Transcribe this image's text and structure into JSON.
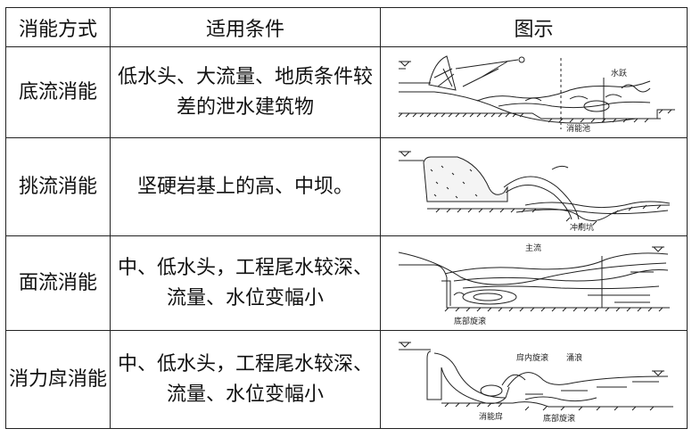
{
  "headers": {
    "method": "消能方式",
    "condition": "适用条件",
    "figure": "图示"
  },
  "rows": [
    {
      "method": "底流消能",
      "condition": "低水头、大流量、地质条件较差的泄水建筑物",
      "figure": {
        "icon": "underflow-diagram",
        "labels": [
          "水跃",
          "消能池"
        ]
      }
    },
    {
      "method": "挑流消能",
      "condition": "坚硬岩基上的高、中坝。",
      "figure": {
        "icon": "ski-jump-diagram",
        "labels": [
          "冲刷坑"
        ]
      }
    },
    {
      "method": "面流消能",
      "condition": "中、低水头，工程尾水较深、流量、水位变幅小",
      "figure": {
        "icon": "surface-flow-diagram",
        "labels": [
          "主流",
          "底部旋滚"
        ]
      }
    },
    {
      "method": "消力戽消能",
      "condition": "中、低水头，工程尾水较深、流量、水位变幅小",
      "figure": {
        "icon": "roller-bucket-diagram",
        "labels": [
          "戽内旋滚",
          "涌浪",
          "消能戽",
          "底部旋滚"
        ]
      }
    }
  ]
}
